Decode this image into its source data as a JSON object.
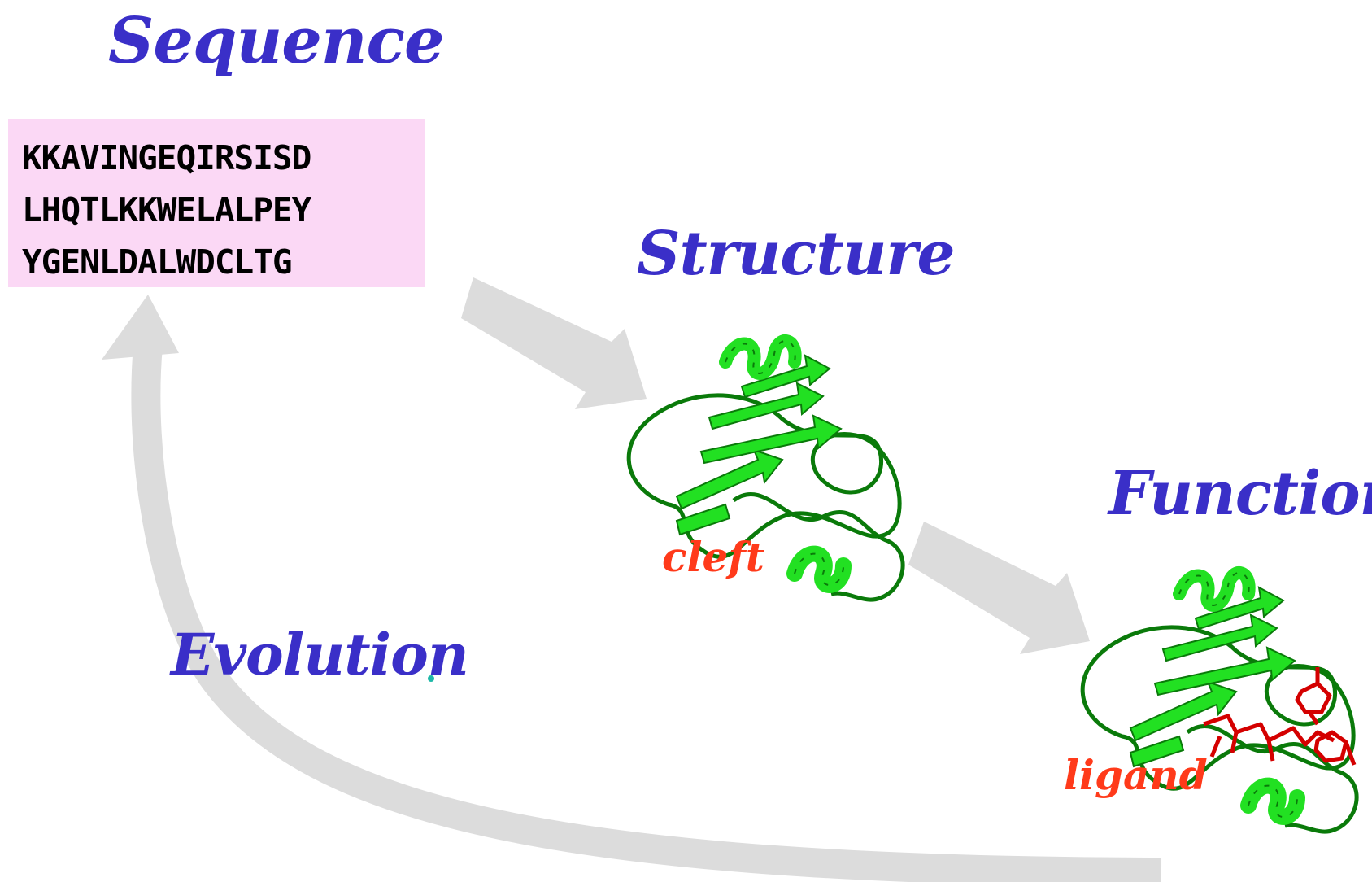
{
  "labels": {
    "sequence": "Sequence",
    "structure": "Structure",
    "function": "Function",
    "evolution": "Evolution"
  },
  "sequence_lines": [
    "KKAVINGEQIRSISD",
    "LHQTLKKWELALPEY",
    "YGENLDALWDCLTG"
  ],
  "annotations": {
    "cleft": "cleft",
    "ligand": "ligand"
  },
  "colors": {
    "title": "#3a2fc8",
    "annotation": "#ff3a1a",
    "sequence_box": "#fbd8f5",
    "arrow": "#dcdcdc",
    "protein": "#22e022",
    "protein_dark": "#0a7a0a",
    "ligand": "#d40000",
    "dot": "#1fb8a8"
  },
  "icons": {
    "structure_model": "protein-ribbon-icon",
    "function_model": "protein-ligand-ribbon-icon"
  }
}
